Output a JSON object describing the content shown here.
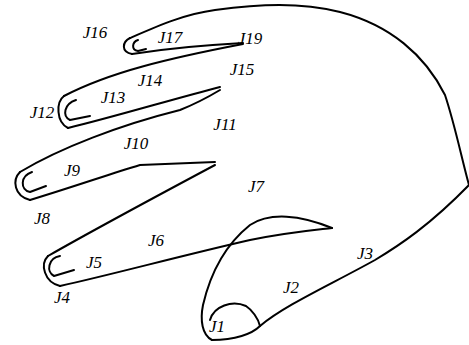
{
  "diagram": {
    "labels": [
      "J16",
      "J17",
      "J19",
      "J15",
      "J12",
      "J13",
      "J14",
      "J11",
      "J10",
      "J9",
      "J8",
      "J7",
      "J6",
      "J5",
      "J4",
      "J3",
      "J2",
      "J1"
    ]
  }
}
